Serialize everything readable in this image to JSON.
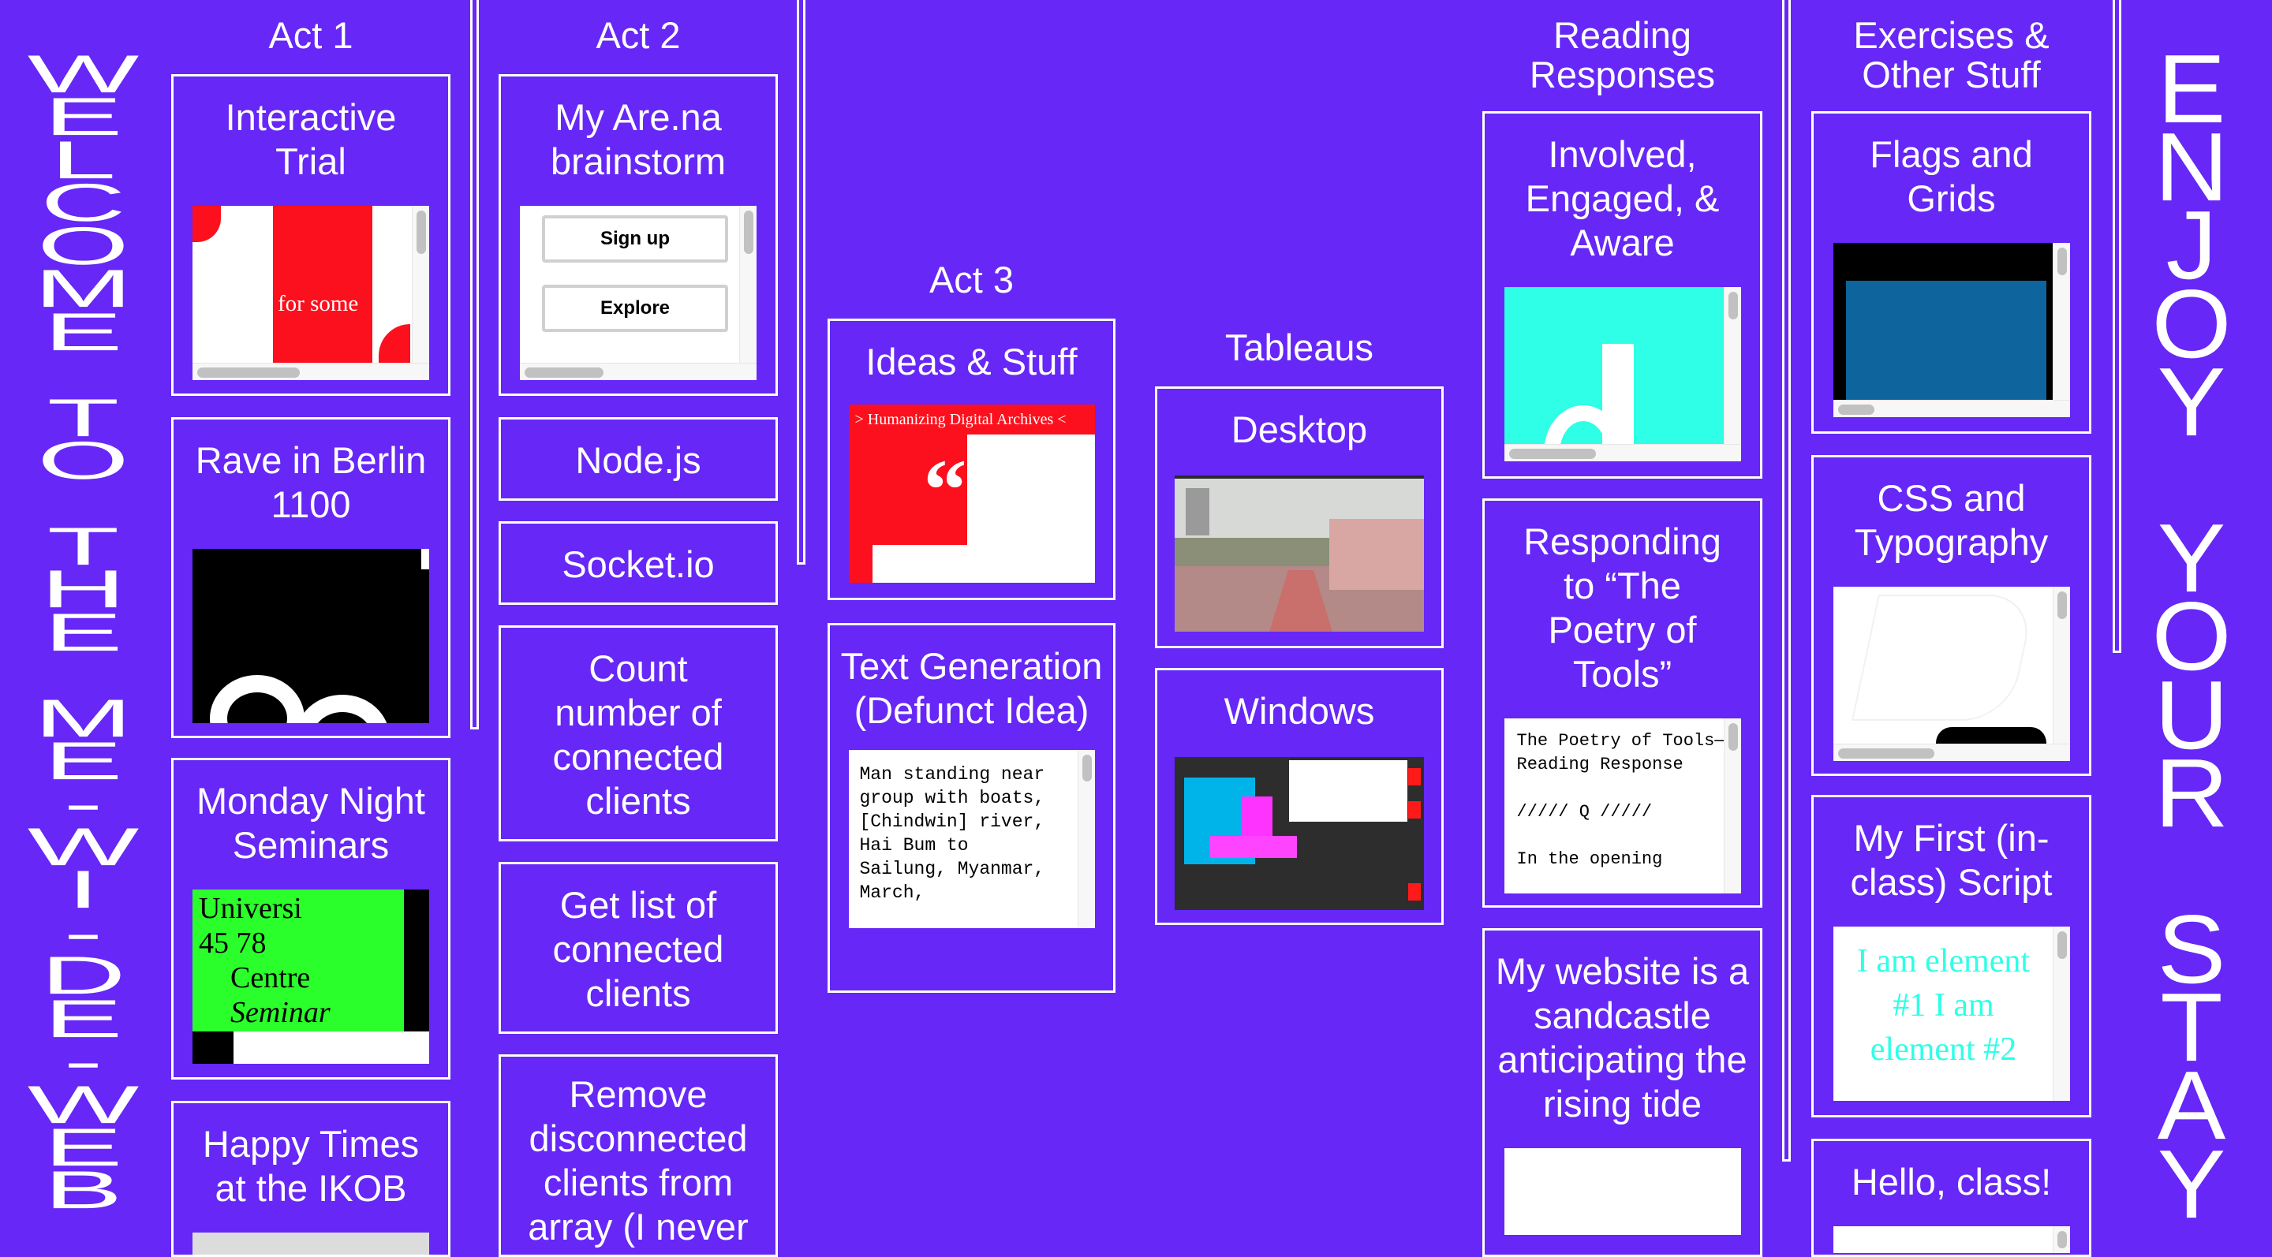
{
  "side_titles": {
    "left": "WELCOME TO THE ME-WI-DE-WEB",
    "right": "ENJOY YOUR STAY"
  },
  "colors": {
    "background": "#6627f7",
    "foreground": "#ffffff"
  },
  "columns": [
    {
      "heading": "Act 1",
      "cards": [
        {
          "title": "Interactive Trial",
          "preview_text": "for some"
        },
        {
          "title": "Rave in Berlin 1100"
        },
        {
          "title": "Monday Night Seminars",
          "preview_text": [
            "Universi",
            "45 78",
            "Centre",
            "Seminar"
          ]
        },
        {
          "title": "Happy Times at the IKOB"
        }
      ]
    },
    {
      "heading": "Act 2",
      "cards": [
        {
          "title": "My Are.na brainstorm",
          "preview_buttons": [
            "Sign up",
            "Explore"
          ]
        },
        {
          "title": "Node.js"
        },
        {
          "title": "Socket.io"
        },
        {
          "title": "Count number of connected clients"
        },
        {
          "title": "Get list of connected clients"
        },
        {
          "title": "Remove disconnected clients from array (I never"
        }
      ]
    },
    {
      "heading": "Act 3",
      "cards": [
        {
          "title": "Ideas & Stuff",
          "preview_text": "> Humanizing Digital Archives <"
        },
        {
          "title": "Text Generation (Defunct Idea)",
          "preview_text": "Man standing near group with boats, [Chindwin] river, Hai Bum to Sailung, Myanmar, March,"
        }
      ]
    },
    {
      "heading": "Tableaus",
      "cards": [
        {
          "title": "Desktop"
        },
        {
          "title": "Windows"
        }
      ]
    },
    {
      "heading": "Reading Responses",
      "cards": [
        {
          "title": "Involved, Engaged, & Aware"
        },
        {
          "title": "Responding to “The Poetry of Tools”",
          "preview_text": "The Poetry of Tools—Reading Response\n\n///// Q /////\n\nIn the opening"
        },
        {
          "title": "My website is a sandcastle anticipating the rising tide"
        }
      ]
    },
    {
      "heading": "Exercises & Other Stuff",
      "cards": [
        {
          "title": "Flags and Grids"
        },
        {
          "title": "CSS and Typography"
        },
        {
          "title": "My First (in-class) Script",
          "preview_text": "I am element #1 I am element #2"
        },
        {
          "title": "Hello, class!"
        }
      ]
    }
  ]
}
